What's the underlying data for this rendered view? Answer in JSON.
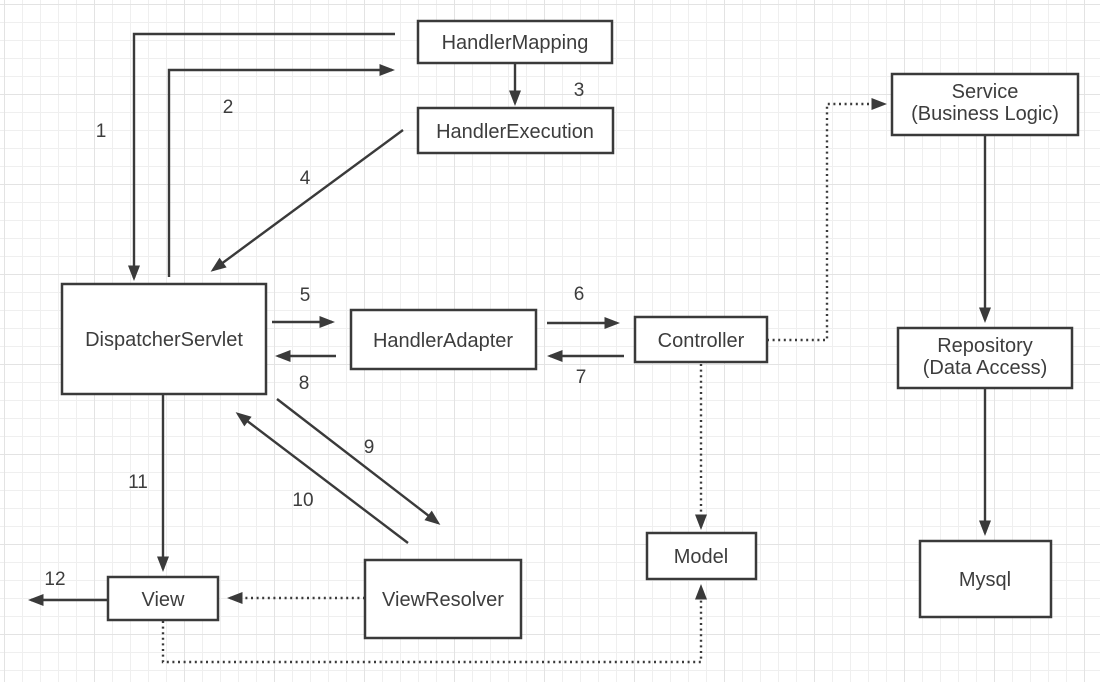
{
  "diagram_type": "spring-mvc-flow-diagram",
  "colors": {
    "background": "#ffffff",
    "grid_minor": "#efefef",
    "grid_major": "#e3e3e3",
    "stroke": "#3a3a3a",
    "text": "#3d3d3d"
  },
  "nodes": {
    "handlerMapping": {
      "label": "HandlerMapping"
    },
    "handlerExecution": {
      "label": "HandlerExecution"
    },
    "dispatcherServlet": {
      "label": "DispatcherServlet"
    },
    "handlerAdapter": {
      "label": "HandlerAdapter"
    },
    "controller": {
      "label": "Controller"
    },
    "service": {
      "line1": "Service",
      "line2": "(Business Logic)"
    },
    "repository": {
      "line1": "Repository",
      "line2": "(Data Access)"
    },
    "mysql": {
      "label": "Mysql"
    },
    "model": {
      "label": "Model"
    },
    "view": {
      "label": "View"
    },
    "viewResolver": {
      "label": "ViewResolver"
    }
  },
  "steps": [
    "1",
    "2",
    "3",
    "4",
    "5",
    "6",
    "7",
    "8",
    "9",
    "10",
    "11",
    "12"
  ],
  "edges": [
    {
      "step": "1",
      "from": "HandlerMapping",
      "to": "DispatcherServlet",
      "style": "solid"
    },
    {
      "step": "2",
      "from": "DispatcherServlet",
      "to": "HandlerMapping",
      "style": "solid"
    },
    {
      "step": "3",
      "from": "HandlerMapping",
      "to": "HandlerExecution",
      "style": "solid"
    },
    {
      "step": "4",
      "from": "HandlerExecution",
      "to": "DispatcherServlet",
      "style": "solid"
    },
    {
      "step": "5",
      "from": "DispatcherServlet",
      "to": "HandlerAdapter",
      "style": "solid"
    },
    {
      "step": "6",
      "from": "HandlerAdapter",
      "to": "Controller",
      "style": "solid"
    },
    {
      "step": "7",
      "from": "Controller",
      "to": "HandlerAdapter",
      "style": "solid"
    },
    {
      "step": "8",
      "from": "HandlerAdapter",
      "to": "DispatcherServlet",
      "style": "solid"
    },
    {
      "step": "9",
      "from": "DispatcherServlet",
      "to": "ViewResolver",
      "style": "solid"
    },
    {
      "step": "10",
      "from": "ViewResolver",
      "to": "DispatcherServlet",
      "style": "solid"
    },
    {
      "step": "11",
      "from": "DispatcherServlet",
      "to": "View",
      "style": "solid"
    },
    {
      "step": "12",
      "from": "View",
      "to": "left-edge",
      "style": "solid"
    },
    {
      "from": "Controller",
      "to": "Service",
      "style": "dotted"
    },
    {
      "from": "Controller",
      "to": "Model",
      "style": "dotted"
    },
    {
      "from": "ViewResolver",
      "to": "View",
      "style": "dotted"
    },
    {
      "from": "View",
      "to": "Model",
      "style": "dotted"
    },
    {
      "from": "Service",
      "to": "Repository",
      "style": "solid"
    },
    {
      "from": "Repository",
      "to": "Mysql",
      "style": "solid"
    }
  ]
}
